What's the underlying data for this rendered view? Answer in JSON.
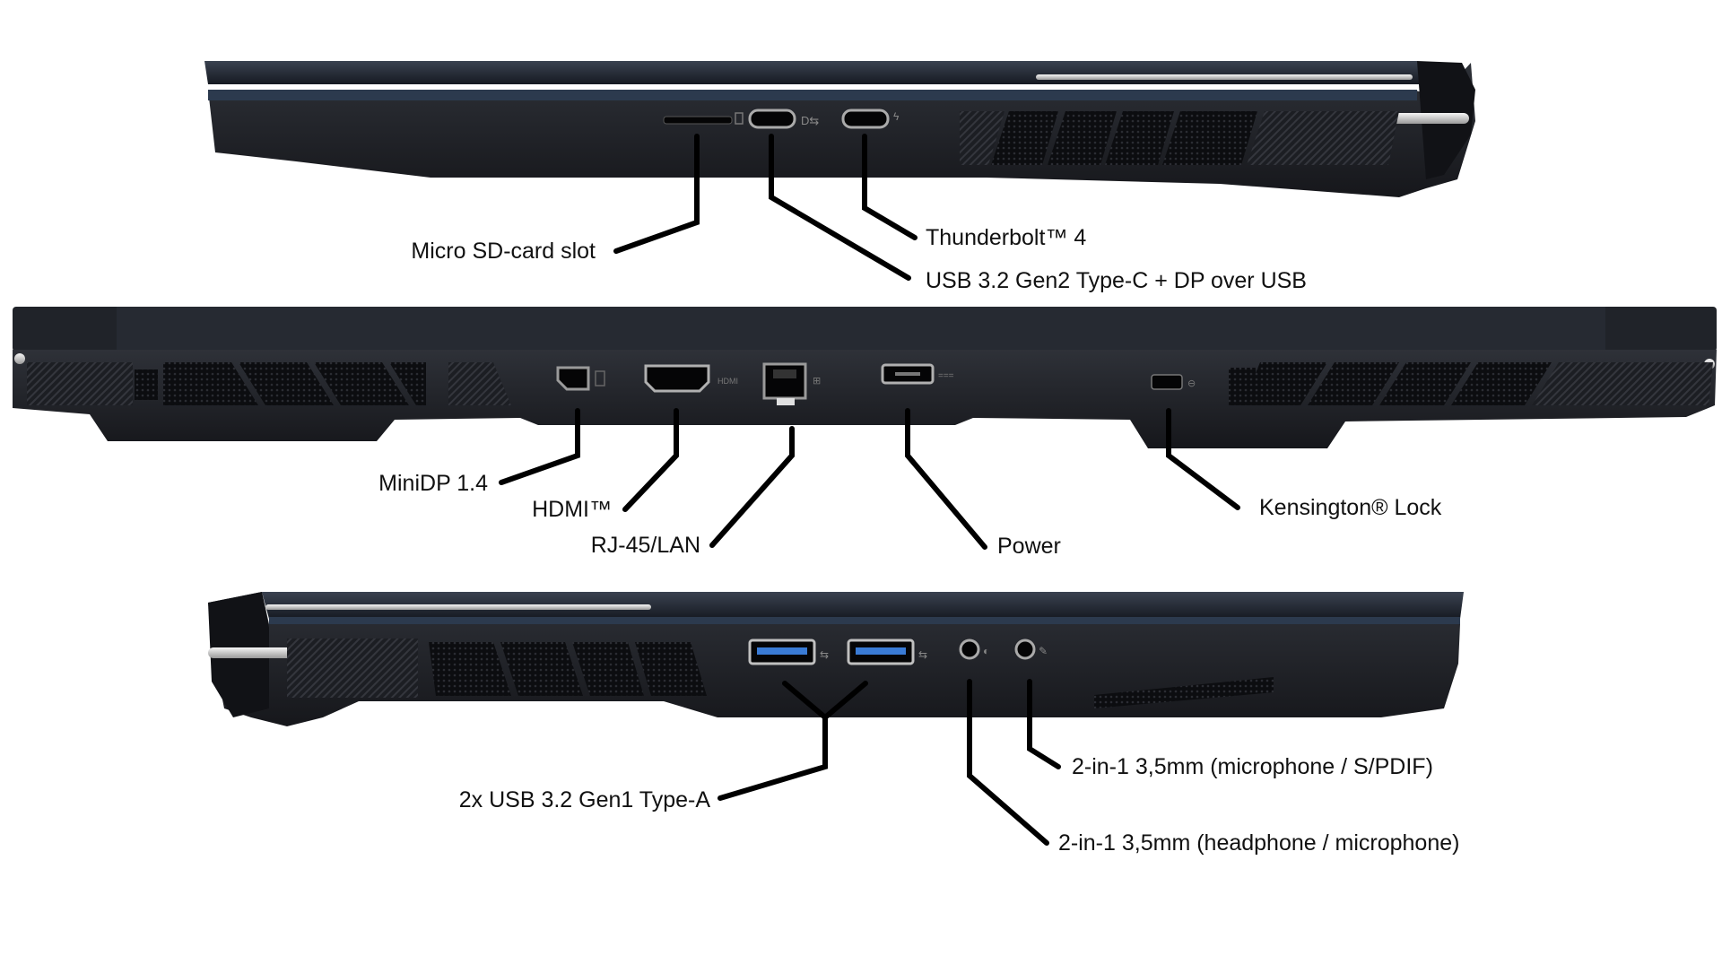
{
  "colors": {
    "body_dark": "#1b1d22",
    "body_mid": "#2a2c32",
    "lid_blue": "#222a36",
    "leader": "#000000",
    "chrome": "#d8d8d8",
    "label": "#111111"
  },
  "views": {
    "right_side": {
      "ports": [
        "micro-sd-slot",
        "usb-c-port",
        "thunderbolt-port"
      ],
      "labels": {
        "micro_sd": "Micro SD-card slot",
        "thunderbolt": "Thunderbolt™ 4",
        "usb_c": "USB 3.2 Gen2 Type-C + DP over USB"
      }
    },
    "rear": {
      "ports": [
        "minidp-port",
        "hdmi-port",
        "rj45-port",
        "power-port",
        "kensington-slot"
      ],
      "labels": {
        "minidp": "MiniDP 1.4",
        "hdmi": "HDMI™",
        "rj45": "RJ-45/LAN",
        "power": "Power",
        "kensington": "Kensington® Lock"
      }
    },
    "left_side": {
      "ports": [
        "usb-a-port-1",
        "usb-a-port-2",
        "audio-jack-headphone",
        "audio-jack-mic"
      ],
      "labels": {
        "usb_a": "2x USB 3.2 Gen1 Type-A",
        "audio_mic_spdif": "2-in-1 3,5mm (microphone / S/PDIF)",
        "audio_headphone": "2-in-1 3,5mm (headphone / microphone)"
      }
    }
  }
}
